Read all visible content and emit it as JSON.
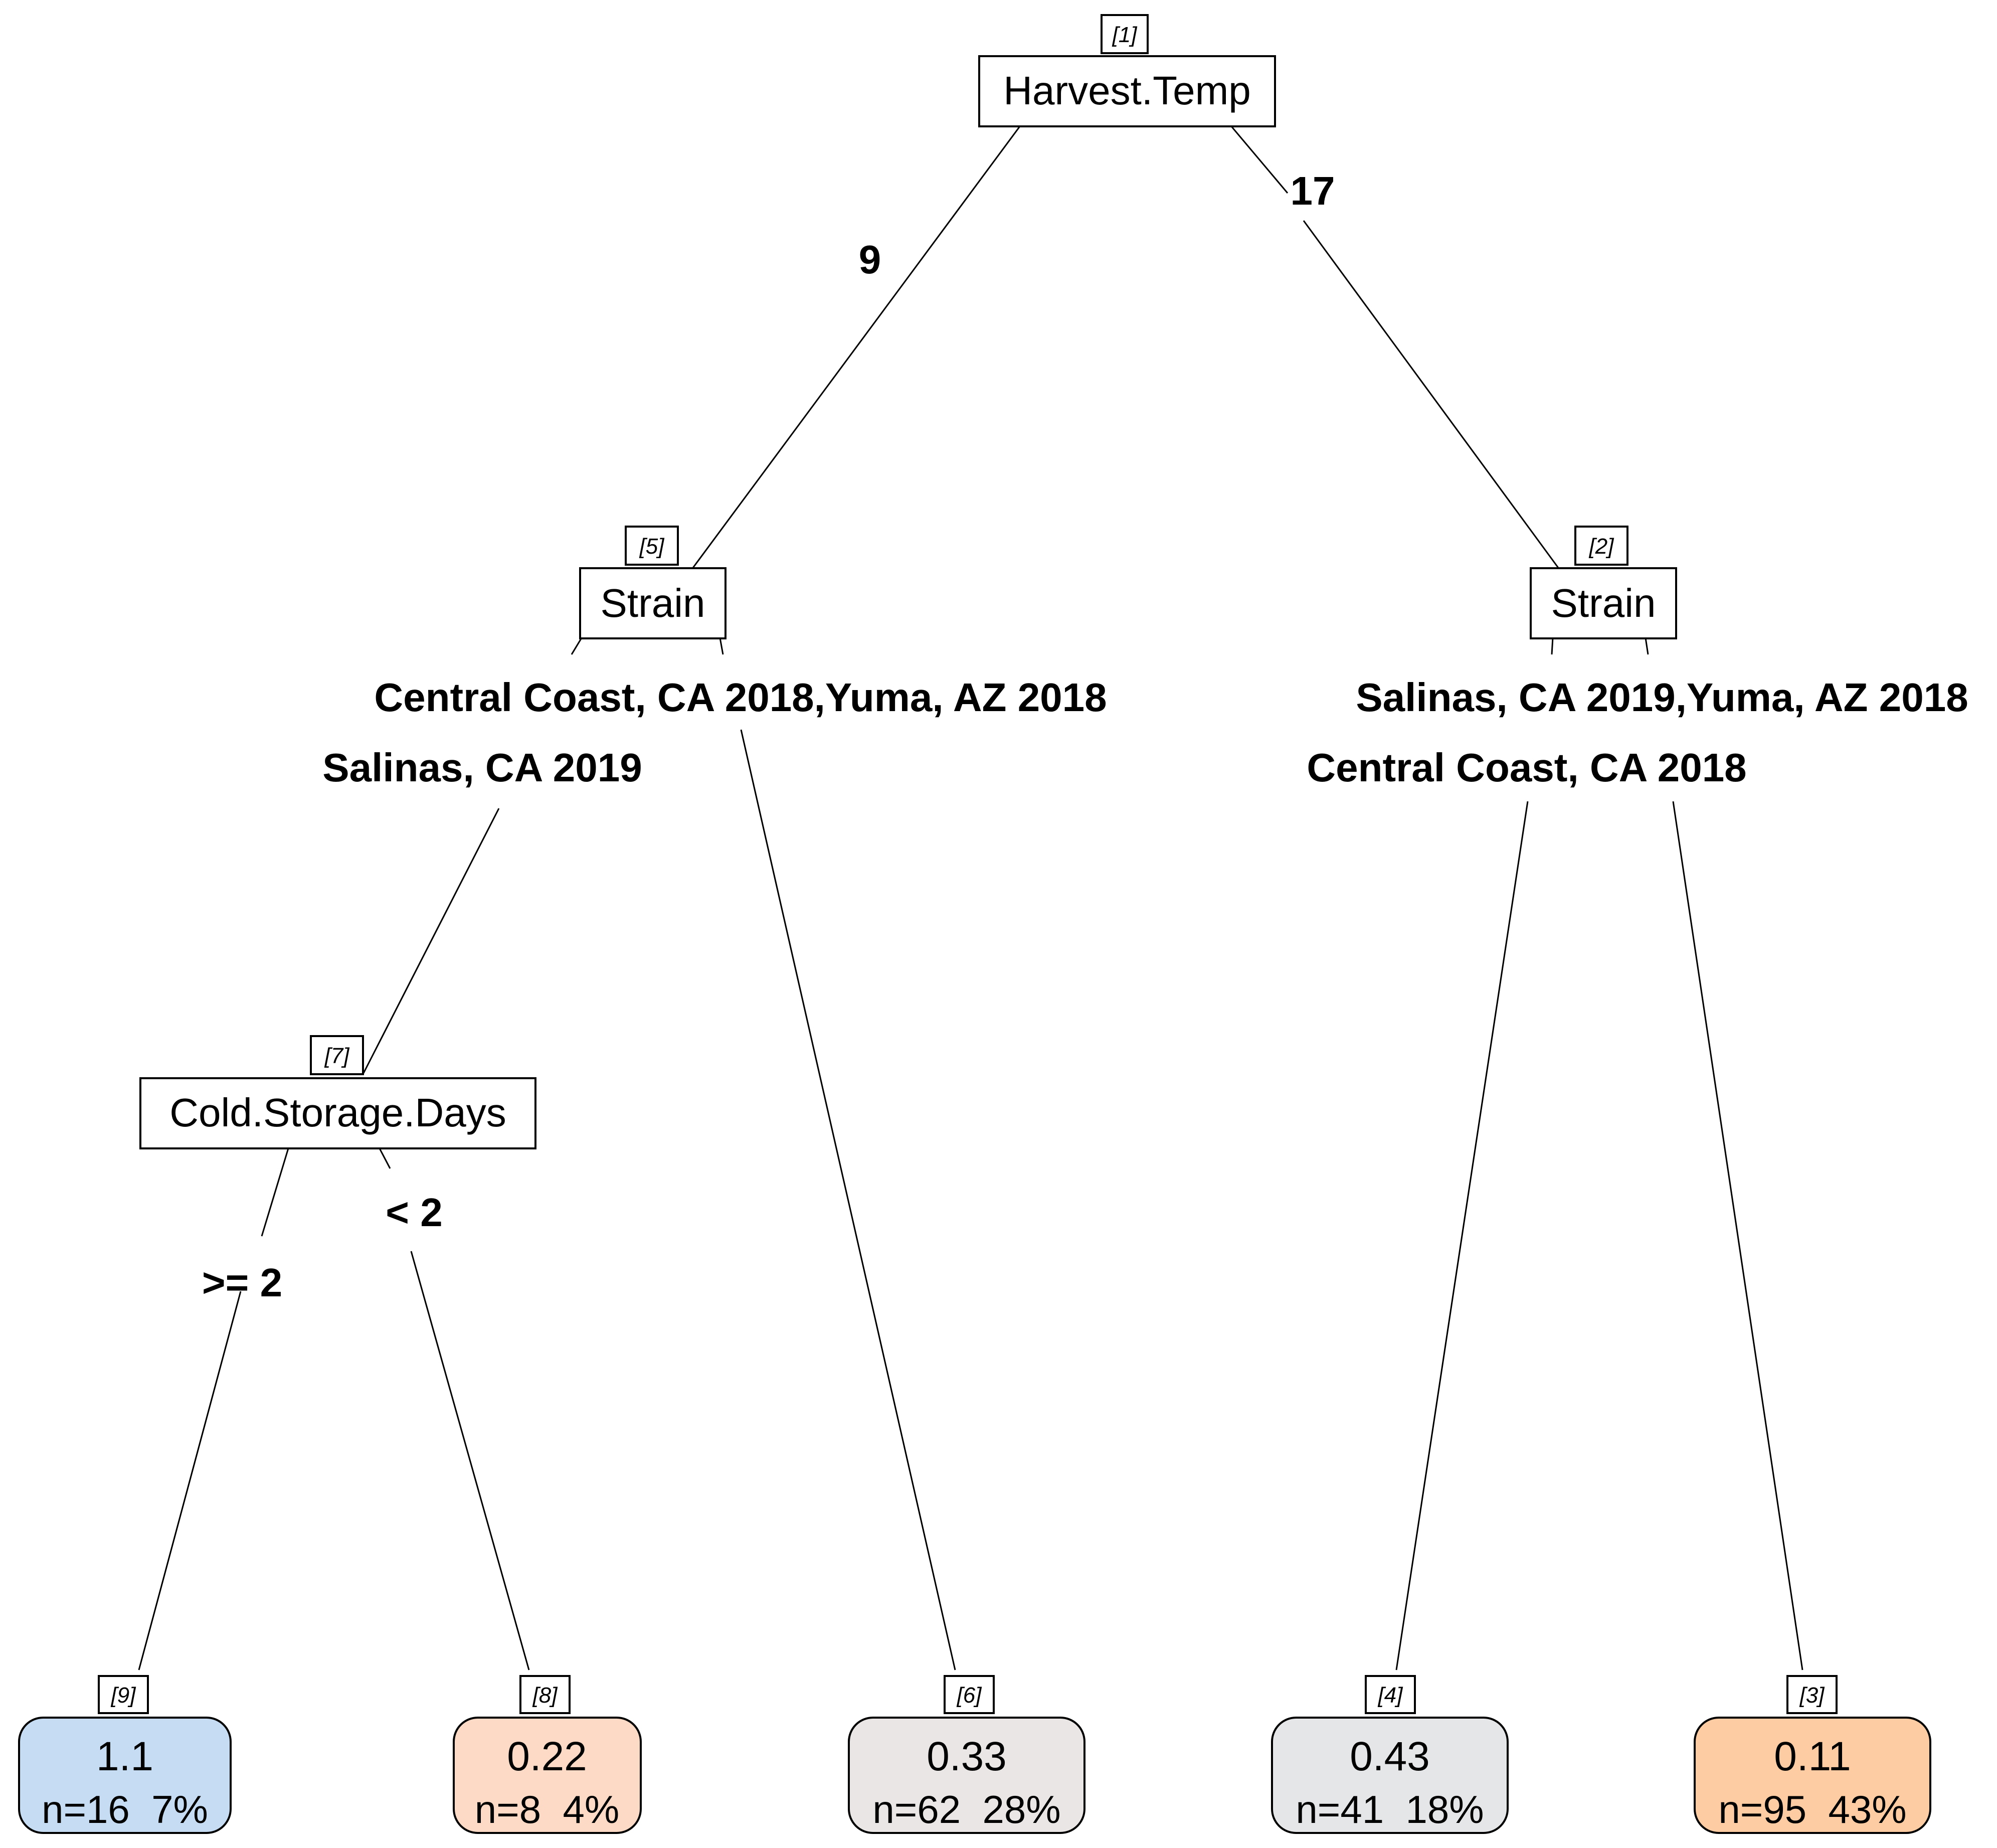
{
  "tree": {
    "split_nodes": [
      {
        "id": "[1]",
        "label": "Harvest.Temp"
      },
      {
        "id": "[5]",
        "label": "Strain"
      },
      {
        "id": "[2]",
        "label": "Strain"
      },
      {
        "id": "[7]",
        "label": "Cold.Storage.Days"
      }
    ],
    "edge_labels": {
      "root_left": "9",
      "root_right": "17",
      "n5_right": "Central Coast, CA 2018,Yuma, AZ 2018",
      "n5_left": "Salinas, CA 2019",
      "n2_right": "Salinas, CA 2019,Yuma, AZ 2018",
      "n2_left": "Central Coast, CA 2018",
      "n7_right": "< 2",
      "n7_left": ">= 2"
    },
    "leaves": [
      {
        "id": "[9]",
        "value": "1.1",
        "count": "n=16  7%",
        "color": "#c5dcf3"
      },
      {
        "id": "[8]",
        "value": "0.22",
        "count": "n=8  4%",
        "color": "#fcdac5"
      },
      {
        "id": "[6]",
        "value": "0.33",
        "count": "n=62  28%",
        "color": "#e9e6e5"
      },
      {
        "id": "[4]",
        "value": "0.43",
        "count": "n=41  18%",
        "color": "#e5e6e8"
      },
      {
        "id": "[3]",
        "value": "0.11",
        "count": "n=95  43%",
        "color": "#fdcca2"
      }
    ]
  }
}
